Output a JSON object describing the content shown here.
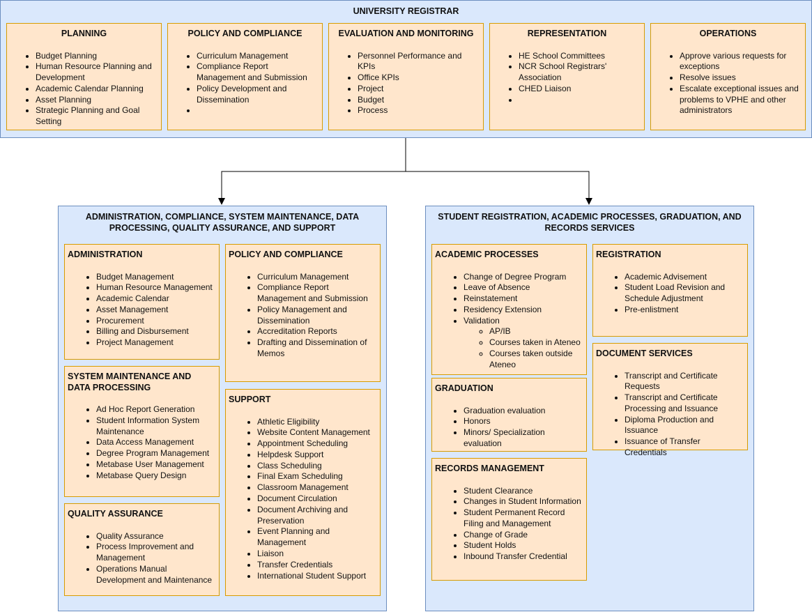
{
  "top": {
    "title": "UNIVERSITY REGISTRAR",
    "boxes": [
      {
        "title": "PLANNING",
        "items": [
          "Budget Planning",
          "Human Resource Planning and Development",
          "Academic Calendar Planning",
          "Asset Planning",
          "Strategic Planning and Goal Setting"
        ]
      },
      {
        "title": "POLICY AND COMPLIANCE",
        "items": [
          "Curriculum Management",
          "Compliance Report Management and Submission",
          "Policy Development and Dissemination",
          ""
        ]
      },
      {
        "title": "EVALUATION AND MONITORING",
        "items": [
          "Personnel Performance and KPIs",
          "Office KPIs",
          "Project",
          "Budget",
          "Process"
        ]
      },
      {
        "title": "REPRESENTATION",
        "items": [
          "HE School Committees",
          "NCR School Registrars' Association",
          "CHED Liaison",
          ""
        ]
      },
      {
        "title": "OPERATIONS",
        "items": [
          "Approve various requests for exceptions",
          "Resolve issues",
          "Escalate exceptional issues and problems to VPHE and other administrators"
        ]
      }
    ]
  },
  "left": {
    "title": "ADMINISTRATION, COMPLIANCE, SYSTEM MAINTENANCE, DATA PROCESSING, QUALITY ASSURANCE, AND SUPPORT",
    "boxes": [
      {
        "title": "ADMINISTRATION",
        "items": [
          "Budget Management",
          "Human Resource Management",
          "Academic Calendar",
          "Asset Management",
          "Procurement",
          "Billing and Disbursement",
          "Project Management"
        ]
      },
      {
        "title": "POLICY AND COMPLIANCE",
        "items": [
          "Curriculum Management",
          "Compliance Report Management and Submission",
          "Policy Management and Dissemination",
          "Accreditation Reports",
          "Drafting and Dissemination of Memos"
        ]
      },
      {
        "title": "SYSTEM MAINTENANCE AND DATA PROCESSING",
        "items": [
          "Ad Hoc Report Generation",
          "Student Information System Maintenance",
          "Data Access Management",
          "Degree Program Management",
          "Metabase User Management",
          "Metabase Query Design"
        ]
      },
      {
        "title": "SUPPORT",
        "items": [
          "Athletic Eligibility",
          "Website Content Management",
          "Appointment Scheduling",
          "Helpdesk Support",
          "Class Scheduling",
          "Final Exam Scheduling",
          "Classroom Management",
          "Document Circulation",
          "Document Archiving and Preservation",
          "Event Planning and Management",
          "Liaison",
          "Transfer Credentials",
          "International Student Support"
        ]
      },
      {
        "title": "QUALITY ASSURANCE",
        "items": [
          "Quality Assurance",
          "Process Improvement and Management",
          "Operations Manual Development and Maintenance"
        ]
      }
    ]
  },
  "right": {
    "title": "STUDENT REGISTRATION, ACADEMIC PROCESSES, GRADUATION, AND RECORDS SERVICES",
    "boxes": [
      {
        "title": "ACADEMIC PROCESSES",
        "items": [
          "Change of Degree Program",
          "Leave of Absence",
          "Reinstatement",
          "Residency Extension",
          "Validation"
        ],
        "subitems": [
          "AP/IB",
          "Courses taken in Ateneo",
          "Courses taken outside Ateneo"
        ]
      },
      {
        "title": "REGISTRATION",
        "items": [
          "Academic Advisement",
          "Student Load Revision and Schedule Adjustment",
          "Pre-enlistment"
        ]
      },
      {
        "title": "GRADUATION",
        "items": [
          "Graduation evaluation",
          "Honors",
          "Minors/ Specialization evaluation"
        ]
      },
      {
        "title": "DOCUMENT SERVICES",
        "items": [
          "Transcript and Certificate Requests",
          "Transcript and Certificate Processing and Issuance",
          "Diploma Production and Issuance",
          "Issuance of Transfer Credentials"
        ]
      },
      {
        "title": "RECORDS MANAGEMENT",
        "items": [
          "Student Clearance",
          "Changes in Student Information",
          "Student Permanent Record Filing and Management",
          "Change of Grade",
          "Student Holds",
          "Inbound Transfer Credential"
        ]
      }
    ]
  }
}
